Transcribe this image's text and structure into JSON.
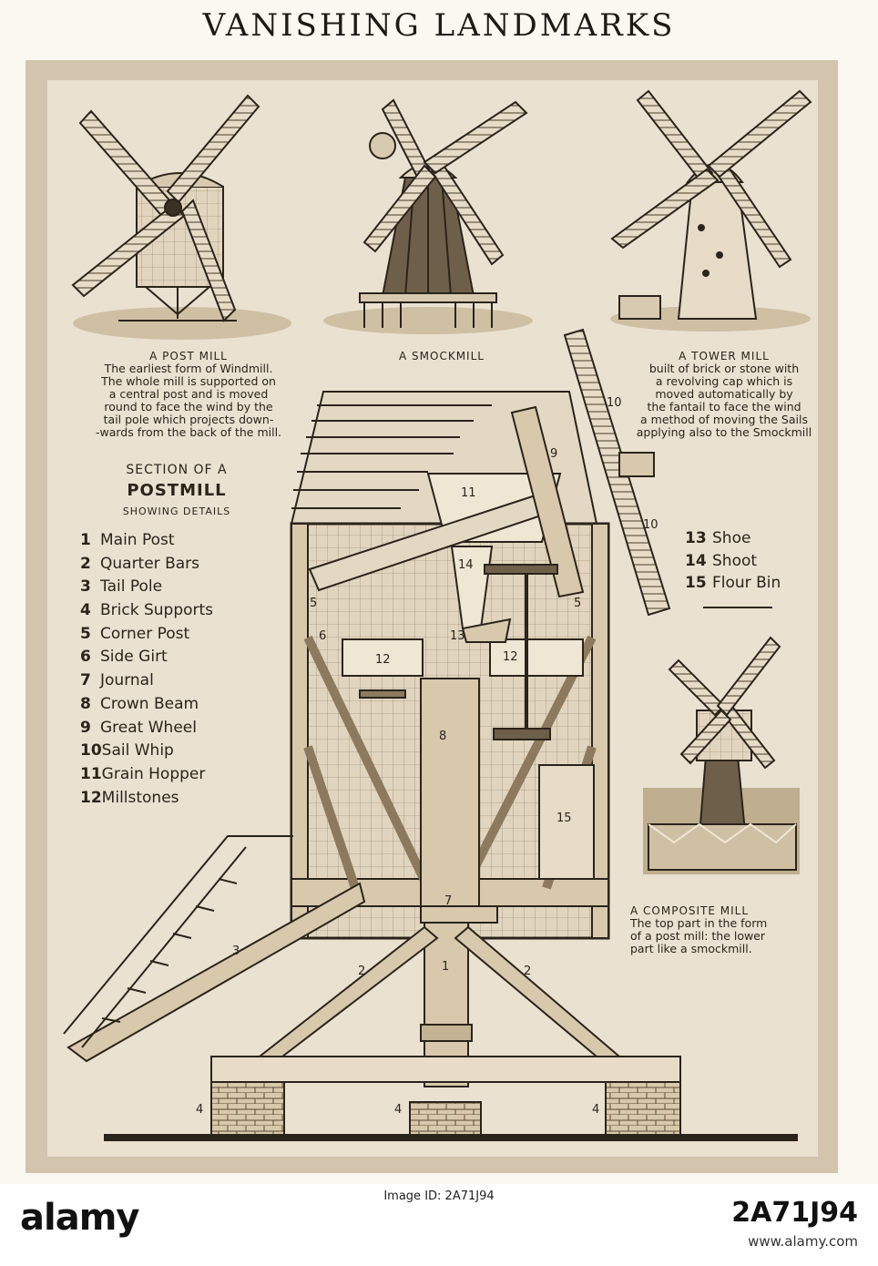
{
  "title": "VANISHING LANDMARKS",
  "captions": {
    "post_mill": {
      "title": "A POST MILL",
      "lines": [
        "The earliest form of Windmill.",
        "The whole mill is supported on",
        "a central post and is moved",
        "round to face the wind by the",
        "tail pole which projects down-",
        "-wards from the back of the mill."
      ]
    },
    "smock_mill": {
      "title": "A SMOCKMILL"
    },
    "tower_mill": {
      "title": "A TOWER MILL",
      "lines": [
        "built of brick or stone with",
        "a revolving cap which is",
        "moved automatically by",
        "the fantail to face the wind",
        "a method of moving the Sails",
        "applying also to the Smockmill"
      ]
    },
    "composite_mill": {
      "title": "A COMPOSITE MILL",
      "lines": [
        "The top part in the form",
        "of a post mill: the lower",
        "part like a smockmill."
      ]
    }
  },
  "legend": {
    "heading_1": "SECTION OF A",
    "heading_2": "POSTMILL",
    "heading_3": "SHOWING DETAILS",
    "items": [
      {
        "num": "1",
        "label": "Main Post"
      },
      {
        "num": "2",
        "label": "Quarter Bars"
      },
      {
        "num": "3",
        "label": "Tail Pole"
      },
      {
        "num": "4",
        "label": "Brick Supports"
      },
      {
        "num": "5",
        "label": "Corner Post"
      },
      {
        "num": "6",
        "label": "Side Girt"
      },
      {
        "num": "7",
        "label": "Journal"
      },
      {
        "num": "8",
        "label": "Crown Beam"
      },
      {
        "num": "9",
        "label": "Great Wheel"
      },
      {
        "num": "10",
        "label": "Sail Whip"
      },
      {
        "num": "11",
        "label": "Grain Hopper"
      },
      {
        "num": "12",
        "label": "Millstones"
      }
    ],
    "items_right": [
      {
        "num": "13",
        "label": "Shoe"
      },
      {
        "num": "14",
        "label": "Shoot"
      },
      {
        "num": "15",
        "label": "Flour Bin"
      }
    ]
  },
  "diagram_numbers": {
    "n1": "1",
    "n2": "2",
    "n3": "3",
    "n4": "4",
    "n5": "5",
    "n6": "6",
    "n7": "7",
    "n8": "8",
    "n9": "9",
    "n10": "10",
    "n11": "11",
    "n12": "12",
    "n13": "13",
    "n14": "14",
    "n15": "15"
  },
  "footer": {
    "logo": "alamy",
    "image_id_label": "Image ID: 2A71J94",
    "image_id": "2A71J94",
    "site": "www.alamy.com"
  },
  "colors": {
    "ink": "#2b241b",
    "paper": "#eae1d1",
    "frame": "#d2c4ad",
    "wood": "#d8c9ad",
    "brick": "#c9b79a"
  }
}
